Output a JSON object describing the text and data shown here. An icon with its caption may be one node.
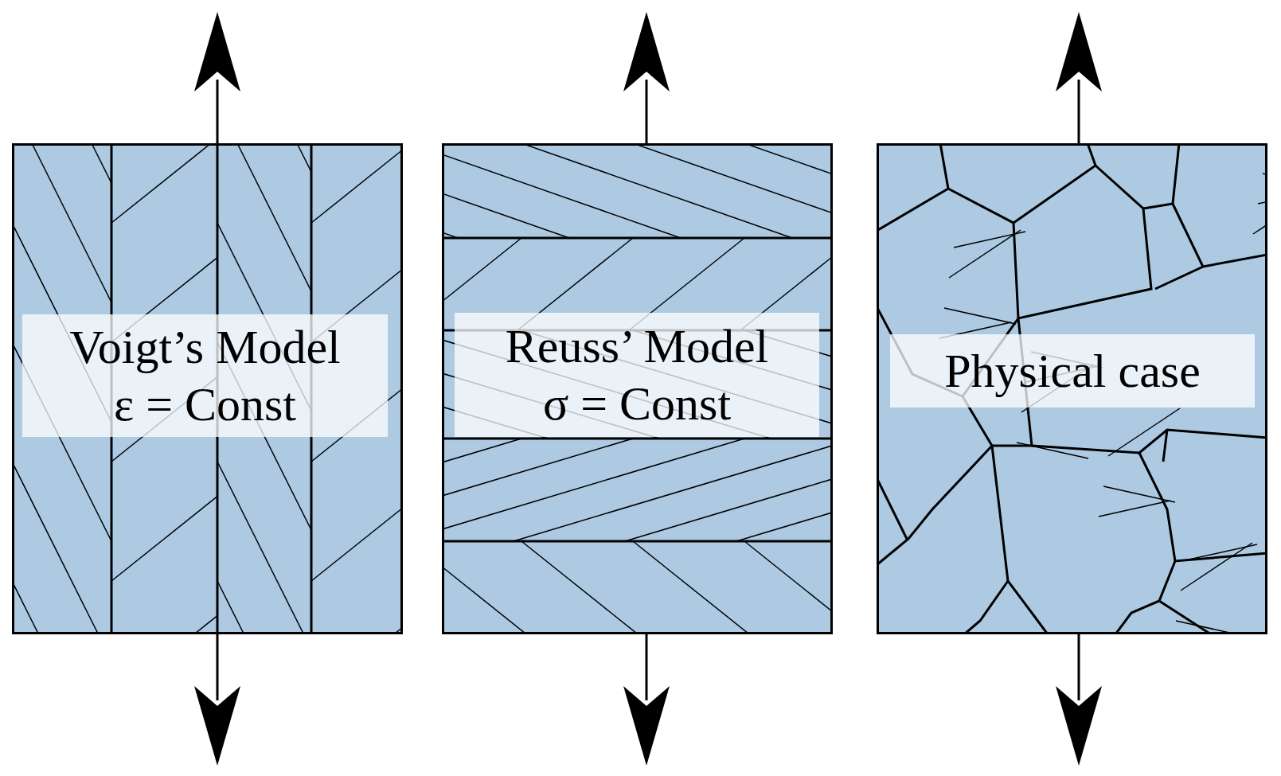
{
  "diagram": {
    "nodes": [
      {
        "text": [
          "Voigt’s Model",
          "ε = Const"
        ]
      },
      {
        "text": [
          "Reuss’ Model",
          "σ = Const"
        ]
      },
      {
        "text": [
          "Physical case"
        ]
      }
    ]
  }
}
